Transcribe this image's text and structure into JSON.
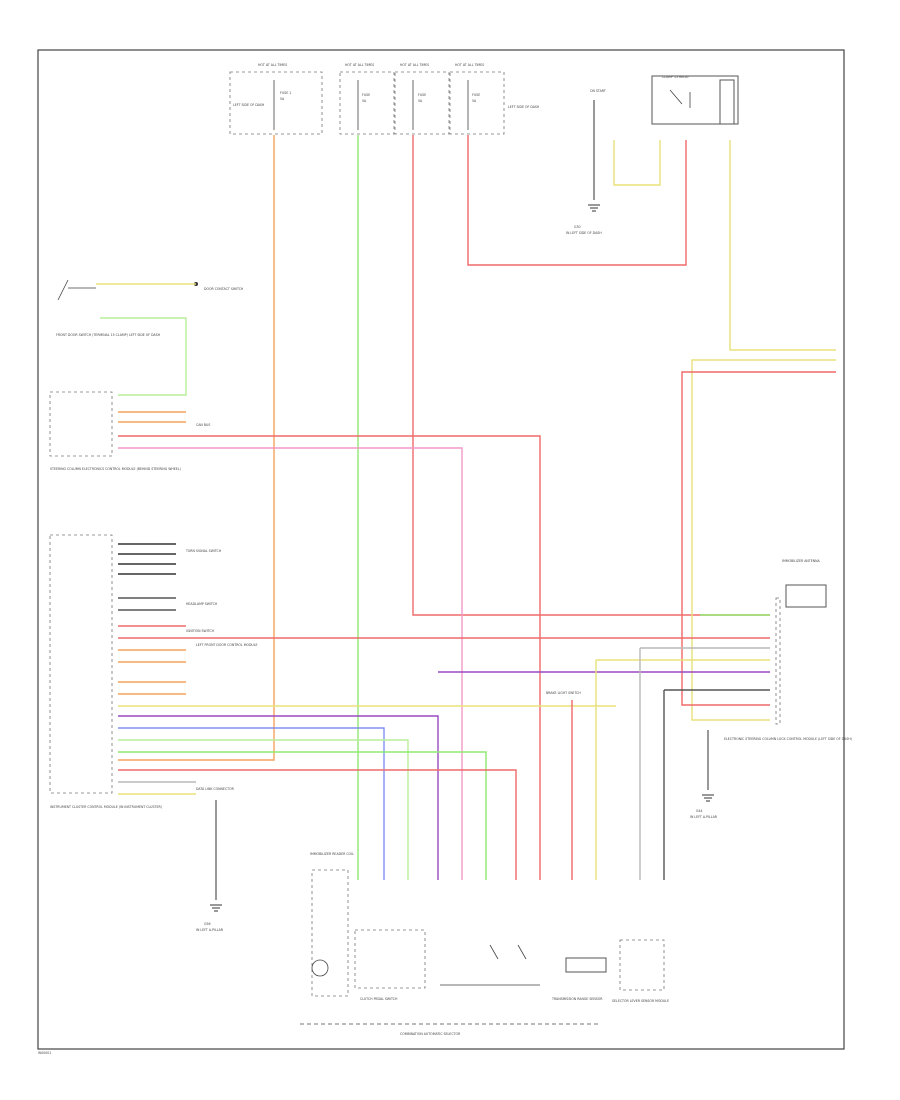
{
  "page": {
    "footer_code": "W00001",
    "colors": {
      "orange": "#f5a35c",
      "green": "#90e870",
      "red": "#f06a6a",
      "pink": "#f299c8",
      "yellow": "#e8e27a",
      "gray": "#b8b8b8",
      "blue": "#8090f2",
      "purple": "#9a4ac2",
      "lightgreen": "#b8ef9a"
    }
  },
  "fuses": {
    "left": {
      "title": "HOT AT ALL TIMES",
      "fuse": "FUSE 1",
      "amps": "5A",
      "box": "LEFT SIDE OF DASH"
    },
    "center1": {
      "title": "HOT AT ALL TIMES",
      "fuse": "FUSE",
      "amps": "5A"
    },
    "center2": {
      "title": "HOT AT ALL TIMES",
      "fuse": "FUSE",
      "amps": "5A"
    },
    "center3": {
      "title": "HOT AT ALL TIMES",
      "fuse": "FUSE",
      "amps": "5A",
      "box": "LEFT SIDE OF DASH"
    },
    "relay_title": "CLAMP 15 RELAY",
    "clamp_relay": "ON START"
  },
  "grounds": {
    "top": {
      "name": "G30",
      "loc": "IN LEFT SIDE OF DASH"
    },
    "left": {
      "name": "G56",
      "loc": "IN LEFT A-PILLAR"
    },
    "right": {
      "name": "G44",
      "loc": "IN LEFT A-PILLAR"
    }
  },
  "components": {
    "door_switch": "FRONT DOOR SWITCH (TERMINAL 15 CLAMP) LEFT SIDE OF DASH",
    "door_contact": "DOOR CONTACT SWITCH",
    "brake_module": "STEERING COLUMN ELECTRONICS CONTROL MODULE (BEHIND STEERING WHEEL)",
    "cluster_module": "INSTRUMENT CLUSTER CONTROL MODULE (IN INSTRUMENT CLUSTER)",
    "can_label": "CAN BUS",
    "signal_a": "TURN SIGNAL SWITCH",
    "signal_b": "HEADLAMP SWITCH",
    "signal_c": "IGNITION SWITCH",
    "door_labels": "LEFT FRONT DOOR CONTROL MODULE",
    "data_link": "DATA LINK CONNECTOR",
    "ecm_right": "ELECTRONIC STEERING COLUMN LOCK CONTROL MODULE (LEFT SIDE OF DASH)",
    "brake_lamp": "BRAKE LIGHT SWITCH",
    "bottom_bar": "COMBINATION AUTOMATIC SELECTOR",
    "key_module": "IMMOBILIZER READER COIL",
    "terminal": "CLUTCH PEDAL SWITCH",
    "selector": "SELECTOR LEVER SENSOR MODULE",
    "selector2": "TRANSMISSION RANGE SENSOR",
    "right_top": "IMMOBILIZER ANTENNA"
  }
}
